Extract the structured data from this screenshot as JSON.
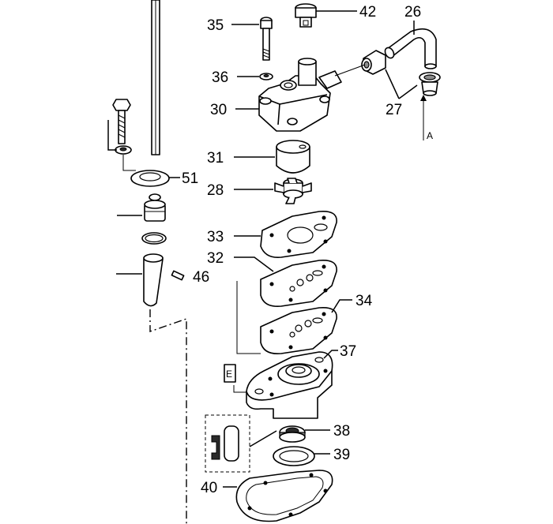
{
  "callouts": {
    "p26": "26",
    "p27": "27",
    "p28": "28",
    "p30": "30",
    "p31": "31",
    "p32": "32",
    "p33": "33",
    "p34": "34",
    "p35": "35",
    "p36": "36",
    "p37": "37",
    "p38": "38",
    "p39": "39",
    "p40": "40",
    "p42": "42",
    "p46": "46",
    "p51": "51"
  },
  "markers": {
    "a": "A",
    "e": "E"
  }
}
